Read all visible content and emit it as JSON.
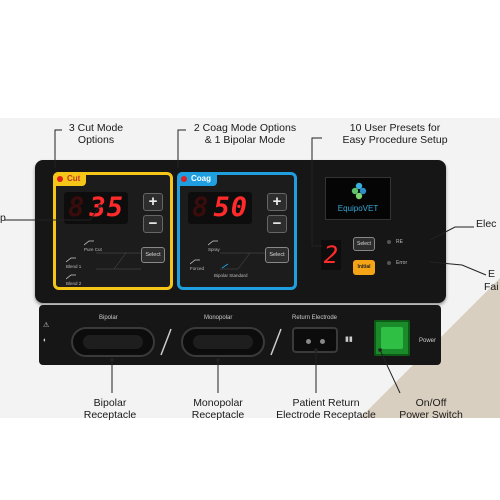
{
  "callouts": {
    "cut_modes": "3 Cut Mode\nOptions",
    "coag_modes": "2 Coag Mode Options\n& 1 Bipolar Mode",
    "presets": "10 User Presets for\nEasy Procedure Setup",
    "left_partial": "p",
    "right_top": "Elec",
    "right_bottom_1": "E",
    "right_bottom_2": "Fai",
    "bipolar": "Bipolar\nReceptacle",
    "monopolar": "Monopolar\nReceptacle",
    "patient_return": "Patient Return\nElectrode Receptacle",
    "power_switch": "On/Off\nPower Switch"
  },
  "cut_panel": {
    "title": "Cut",
    "display": "35",
    "plus": "+",
    "minus": "−",
    "select": "Select",
    "modes": [
      "Pure Cut",
      "Blend 1",
      "Blend 2"
    ]
  },
  "coag_panel": {
    "title": "Coag",
    "display": "50",
    "plus": "+",
    "minus": "−",
    "select": "Select",
    "modes": [
      "Spray",
      "Forced",
      "Bipolar Standard"
    ]
  },
  "brand": {
    "logo_text": "EquipoVET"
  },
  "presets": {
    "display": "2",
    "select": "Select",
    "initial": "Initial"
  },
  "indicators": {
    "re": "RE",
    "error": "Error"
  },
  "strip": {
    "bipolar": "Bipolar",
    "monopolar": "Monopolar",
    "return_electrode": "Return Electrode",
    "power": "Power"
  },
  "colors": {
    "cut_accent": "#f5c518",
    "coag_accent": "#1f9fe0",
    "display_red": "#ff2a2a",
    "power_green": "#2fbf44"
  }
}
